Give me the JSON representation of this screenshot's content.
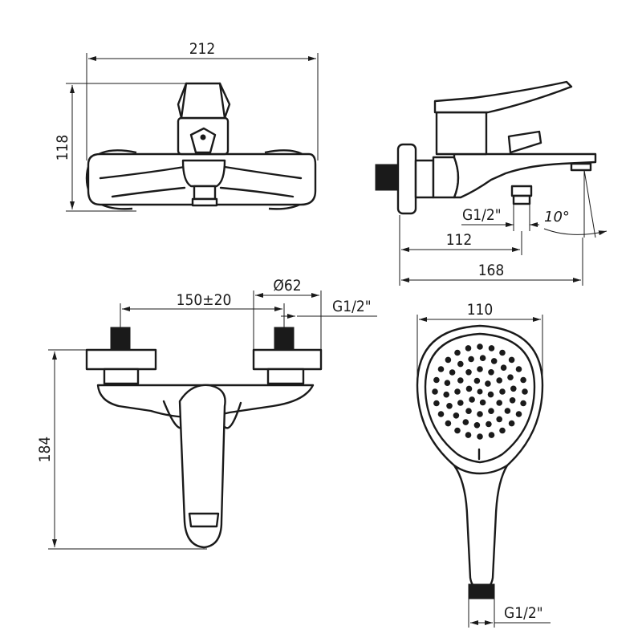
{
  "dimensions": {
    "front_width": "212",
    "front_height": "118",
    "side_inlet_thread": "G1/2\"",
    "side_angle": "10°",
    "side_outlet_depth": "112",
    "side_total_depth": "168",
    "top_center_distance": "150±20",
    "top_cover_diameter": "Ø62",
    "top_inlet_thread": "G1/2\"",
    "top_depth": "184",
    "handshower_diameter": "110",
    "handshower_thread": "G1/2\""
  }
}
